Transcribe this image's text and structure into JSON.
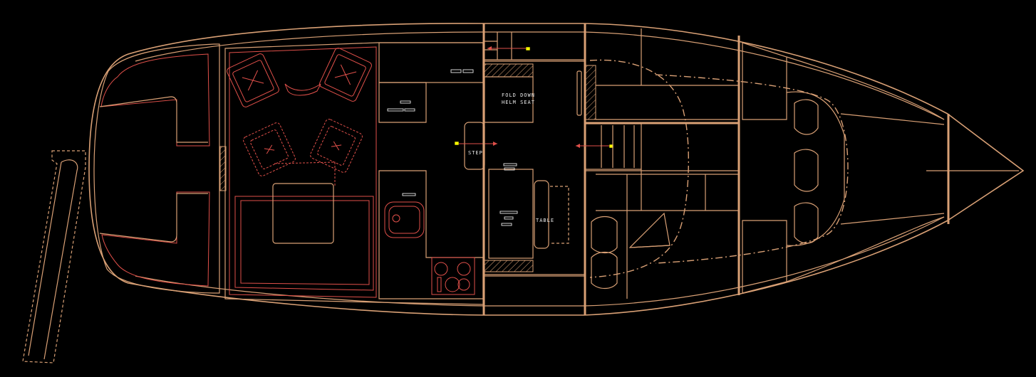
{
  "labels": {
    "helm_seat_line1": "FOLD DOWN",
    "helm_seat_line2": "HELM SEAT",
    "step": "STEP",
    "table": "TABLE"
  },
  "colors": {
    "background": "#000000",
    "structure": "#d9a075",
    "furniture": "#e0504a",
    "annotation": "#e8e8e8",
    "marker": "#ffff00"
  }
}
